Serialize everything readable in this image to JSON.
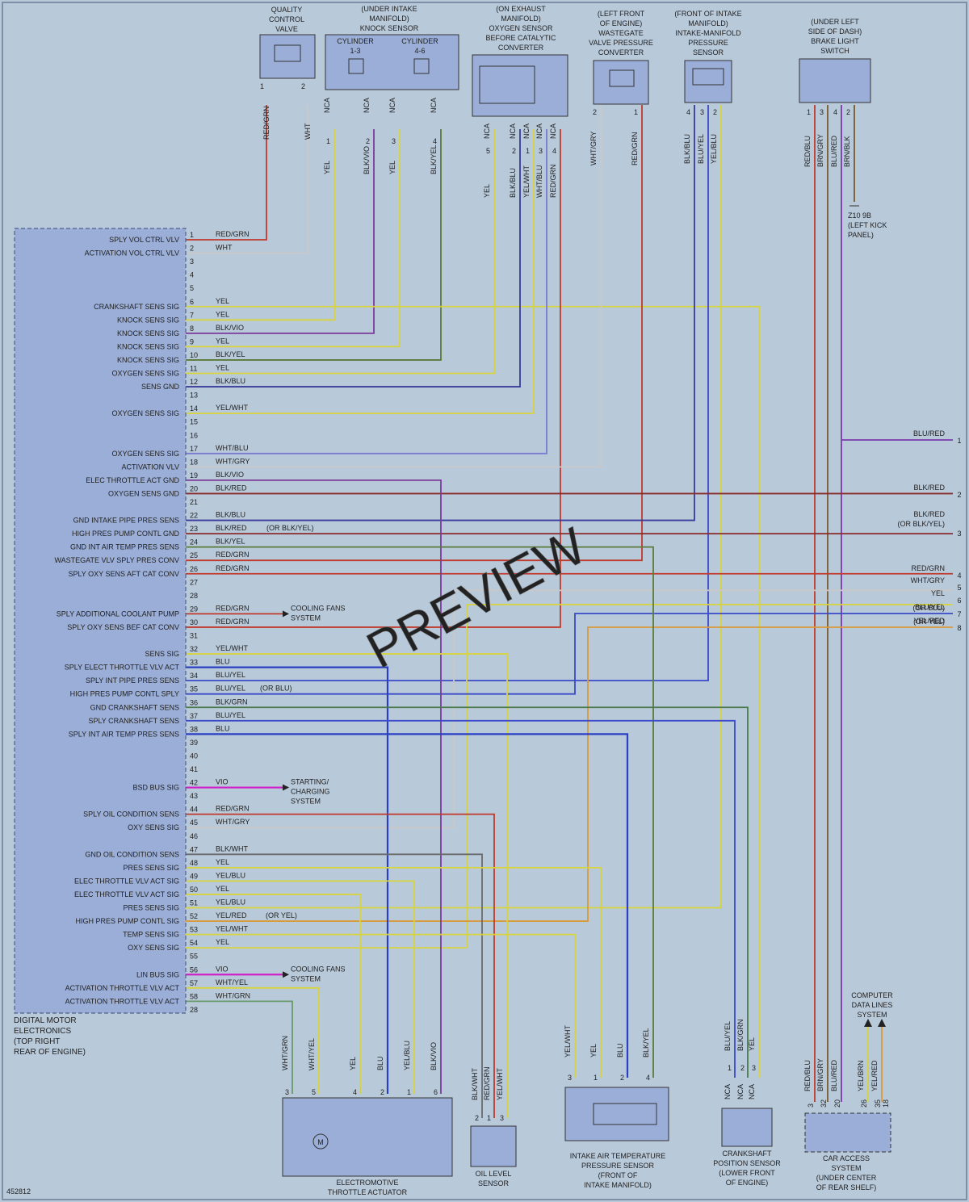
{
  "figure_id": "452812",
  "ecu": {
    "label_lines": [
      "DIGITAL MOTOR",
      "ELECTRONICS",
      "(TOP RIGHT",
      "REAR OF ENGINE)"
    ],
    "color": "#9aaed8"
  },
  "watermark": "PREVIEW",
  "components": [
    {
      "id": "qcv",
      "lines": [
        "QUALITY",
        "CONTROL",
        "VALVE"
      ]
    },
    {
      "id": "knock",
      "lines": [
        "(UNDER INTAKE",
        "MANIFOLD)",
        "KNOCK SENSOR"
      ],
      "sub": [
        "CYLINDER 1-3",
        "CYLINDER 4-6"
      ]
    },
    {
      "id": "o2before",
      "lines": [
        "(ON EXHAUST",
        "MANIFOLD)",
        "OXYGEN SENSOR",
        "BEFORE CATALYTIC",
        "CONVERTER"
      ]
    },
    {
      "id": "wastegate",
      "lines": [
        "(LEFT FRONT",
        "OF ENGINE)",
        "WASTEGATE",
        "VALVE PRESSURE",
        "CONVERTER"
      ]
    },
    {
      "id": "imps",
      "lines": [
        "(FRONT OF INTAKE",
        "MANIFOLD)",
        "INTAKE-MANIFOLD",
        "PRESSURE",
        "SENSOR"
      ]
    },
    {
      "id": "brake",
      "lines": [
        "(UNDER LEFT",
        "SIDE OF DASH)",
        "BRAKE LIGHT",
        "SWITCH"
      ]
    },
    {
      "id": "throttle",
      "lines": [
        "ELECTROMOTIVE",
        "THROTTLE ACTUATOR"
      ]
    },
    {
      "id": "oil",
      "lines": [
        "OIL LEVEL",
        "SENSOR"
      ]
    },
    {
      "id": "iat",
      "lines": [
        "INTAKE AIR TEMPERATURE",
        "PRESSURE SENSOR",
        "(FRONT OF",
        "INTAKE MANIFOLD)"
      ]
    },
    {
      "id": "crank",
      "lines": [
        "CRANKSHAFT",
        "POSITION SENSOR",
        "(LOWER FRONT",
        "OF ENGINE)"
      ]
    },
    {
      "id": "cas",
      "lines": [
        "CAR ACCESS",
        "SYSTEM",
        "(UNDER CENTER",
        "OF REAR SHELF)"
      ]
    },
    {
      "id": "cdl",
      "lines": [
        "COMPUTER",
        "DATA LINES",
        "SYSTEM"
      ]
    }
  ],
  "ground_label": [
    "Z10 9B",
    "(LEFT KICK",
    "PANEL)"
  ],
  "pins": [
    {
      "n": "1",
      "sig": "SPLY VOL CTRL VLV",
      "wire": "RED/GRN"
    },
    {
      "n": "2",
      "sig": "ACTIVATION VOL CTRL VLV",
      "wire": "WHT"
    },
    {
      "n": "3",
      "sig": "",
      "wire": ""
    },
    {
      "n": "4",
      "sig": "",
      "wire": ""
    },
    {
      "n": "5",
      "sig": "",
      "wire": ""
    },
    {
      "n": "6",
      "sig": "CRANKSHAFT SENS SIG",
      "wire": "YEL"
    },
    {
      "n": "7",
      "sig": "KNOCK SENS SIG",
      "wire": "YEL"
    },
    {
      "n": "8",
      "sig": "KNOCK SENS SIG",
      "wire": "BLK/VIO"
    },
    {
      "n": "9",
      "sig": "KNOCK SENS SIG",
      "wire": "YEL"
    },
    {
      "n": "10",
      "sig": "KNOCK SENS SIG",
      "wire": "BLK/YEL"
    },
    {
      "n": "11",
      "sig": "OXYGEN SENS SIG",
      "wire": "YEL"
    },
    {
      "n": "12",
      "sig": "SENS GND",
      "wire": "BLK/BLU"
    },
    {
      "n": "13",
      "sig": "",
      "wire": ""
    },
    {
      "n": "14",
      "sig": "OXYGEN SENS SIG",
      "wire": "YEL/WHT"
    },
    {
      "n": "15",
      "sig": "",
      "wire": ""
    },
    {
      "n": "16",
      "sig": "",
      "wire": ""
    },
    {
      "n": "17",
      "sig": "OXYGEN SENS SIG",
      "wire": "WHT/BLU"
    },
    {
      "n": "18",
      "sig": "ACTIVATION VLV",
      "wire": "WHT/GRY"
    },
    {
      "n": "19",
      "sig": "ELEC THROTTLE ACT GND",
      "wire": "BLK/VIO"
    },
    {
      "n": "20",
      "sig": "OXYGEN SENS GND",
      "wire": "BLK/RED"
    },
    {
      "n": "21",
      "sig": "",
      "wire": ""
    },
    {
      "n": "22",
      "sig": "GND INTAKE PIPE PRES SENS",
      "wire": "BLK/BLU"
    },
    {
      "n": "23",
      "sig": "HIGH PRES PUMP CONTL GND",
      "wire": "BLK/RED",
      "note": "(OR BLK/YEL)"
    },
    {
      "n": "24",
      "sig": "GND INT AIR TEMP PRES SENS",
      "wire": "BLK/YEL"
    },
    {
      "n": "25",
      "sig": "WASTEGATE VLV SPLY PRES CONV",
      "wire": "RED/GRN"
    },
    {
      "n": "26",
      "sig": "SPLY OXY SENS AFT CAT CONV",
      "wire": "RED/GRN"
    },
    {
      "n": "27",
      "sig": "",
      "wire": ""
    },
    {
      "n": "28",
      "sig": "",
      "wire": ""
    },
    {
      "n": "29",
      "sig": "SPLY ADDITIONAL COOLANT PUMP",
      "wire": "RED/GRN"
    },
    {
      "n": "30",
      "sig": "SPLY OXY SENS BEF CAT CONV",
      "wire": "RED/GRN"
    },
    {
      "n": "31",
      "sig": "",
      "wire": ""
    },
    {
      "n": "32",
      "sig": "SENS SIG",
      "wire": "YEL/WHT"
    },
    {
      "n": "33",
      "sig": "SPLY ELECT THROTTLE VLV ACT",
      "wire": "BLU"
    },
    {
      "n": "34",
      "sig": "SPLY INT PIPE PRES SENS",
      "wire": "BLU/YEL"
    },
    {
      "n": "35",
      "sig": "HIGH PRES PUMP CONTL SPLY",
      "wire": "BLU/YEL",
      "note": "(OR BLU)"
    },
    {
      "n": "36",
      "sig": "GND CRANKSHAFT SENS",
      "wire": "BLK/GRN"
    },
    {
      "n": "37",
      "sig": "SPLY CRANKSHAFT SENS",
      "wire": "BLU/YEL"
    },
    {
      "n": "38",
      "sig": "SPLY INT AIR TEMP PRES SENS",
      "wire": "BLU"
    },
    {
      "n": "39",
      "sig": "",
      "wire": ""
    },
    {
      "n": "40",
      "sig": "",
      "wire": ""
    },
    {
      "n": "41",
      "sig": "",
      "wire": ""
    },
    {
      "n": "42",
      "sig": "BSD BUS SIG",
      "wire": "VIO"
    },
    {
      "n": "43",
      "sig": "",
      "wire": ""
    },
    {
      "n": "44",
      "sig": "SPLY OIL CONDITION SENS",
      "wire": "RED/GRN"
    },
    {
      "n": "45",
      "sig": "OXY SENS SIG",
      "wire": "WHT/GRY"
    },
    {
      "n": "46",
      "sig": "",
      "wire": ""
    },
    {
      "n": "47",
      "sig": "GND OIL CONDITION SENS",
      "wire": "BLK/WHT"
    },
    {
      "n": "48",
      "sig": "PRES SENS SIG",
      "wire": "YEL"
    },
    {
      "n": "49",
      "sig": "ELEC THROTTLE VLV ACT SIG",
      "wire": "YEL/BLU"
    },
    {
      "n": "50",
      "sig": "ELEC THROTTLE VLV ACT SIG",
      "wire": "YEL"
    },
    {
      "n": "51",
      "sig": "PRES SENS SIG",
      "wire": "YEL/BLU"
    },
    {
      "n": "52",
      "sig": "HIGH PRES PUMP CONTL SIG",
      "wire": "YEL/RED",
      "note": "(OR YEL)"
    },
    {
      "n": "53",
      "sig": "TEMP SENS SIG",
      "wire": "YEL/WHT"
    },
    {
      "n": "54",
      "sig": "OXY SENS SIG",
      "wire": "YEL"
    },
    {
      "n": "55",
      "sig": "",
      "wire": ""
    },
    {
      "n": "56",
      "sig": "LIN BUS SIG",
      "wire": "VIO"
    },
    {
      "n": "57",
      "sig": "ACTIVATION THROTTLE VLV ACT",
      "wire": "WHT/YEL"
    },
    {
      "n": "58",
      "sig": "ACTIVATION THROTTLE VLV ACT",
      "wire": "WHT/GRN"
    },
    {
      "n": "28",
      "sig": "",
      "wire": ""
    }
  ],
  "destinations": [
    {
      "pin": "29",
      "lines": [
        "COOLING FANS",
        "SYSTEM"
      ]
    },
    {
      "pin": "42",
      "lines": [
        "STARTING/",
        "CHARGING",
        "SYSTEM"
      ]
    },
    {
      "pin": "56",
      "lines": [
        "COOLING FANS",
        "SYSTEM"
      ]
    }
  ],
  "right_outputs": [
    {
      "n": "1",
      "wire": "BLU/RED",
      "note": ""
    },
    {
      "n": "2",
      "wire": "BLK/RED",
      "note": ""
    },
    {
      "n": "3",
      "wire": "BLK/RED",
      "note": "(OR BLK/YEL)"
    },
    {
      "n": "4",
      "wire": "RED/GRN",
      "note": ""
    },
    {
      "n": "5",
      "wire": "WHT/GRY",
      "note": ""
    },
    {
      "n": "6",
      "wire": "YEL",
      "note": ""
    },
    {
      "n": "7",
      "wire": "BLU/YEL",
      "note": "(OR BLU)"
    },
    {
      "n": "8",
      "wire": "YEL/RED",
      "note": "(OR YEL)"
    }
  ],
  "top_pins": {
    "qcv": [
      {
        "n": "1",
        "wire": "RED/GRN"
      },
      {
        "n": "2",
        "wire": "WHT"
      }
    ],
    "knock": [
      {
        "n": "1",
        "wire": "YEL"
      },
      {
        "n": "2",
        "wire": "BLK/VIO"
      },
      {
        "n": "3",
        "wire": "YEL"
      },
      {
        "n": "4",
        "wire": "BLK/YEL"
      }
    ],
    "o2": [
      {
        "n": "5",
        "wire": "YEL"
      },
      {
        "n": "2",
        "wire": "BLK/BLU"
      },
      {
        "n": "1",
        "wire": "YEL/WHT"
      },
      {
        "n": "3",
        "wire": "WHT/BLU"
      },
      {
        "n": "4",
        "wire": "RED/GRN"
      }
    ],
    "wg": [
      {
        "n": "2",
        "wire": "WHT/GRY"
      },
      {
        "n": "1",
        "wire": "RED/GRN"
      }
    ],
    "imps": [
      {
        "n": "4",
        "wire": "BLK/BLU"
      },
      {
        "n": "3",
        "wire": "BLU/YEL"
      },
      {
        "n": "2",
        "wire": "YEL/BLU"
      }
    ],
    "brake": [
      {
        "n": "1",
        "wire": "RED/BLU"
      },
      {
        "n": "3",
        "wire": "BRN/GRY"
      },
      {
        "n": "4",
        "wire": "BLU/RED"
      },
      {
        "n": "2",
        "wire": "BRN/BLK"
      }
    ]
  },
  "bottom_pins": {
    "throttle": [
      {
        "n": "3",
        "wire": "WHT/GRN"
      },
      {
        "n": "5",
        "wire": "WHT/YEL"
      },
      {
        "n": "4",
        "wire": "YEL"
      },
      {
        "n": "2",
        "wire": "BLU"
      },
      {
        "n": "1",
        "wire": "YEL/BLU"
      },
      {
        "n": "6",
        "wire": "BLK/VIO"
      }
    ],
    "oil": [
      {
        "n": "2",
        "wire": "BLK/WHT"
      },
      {
        "n": "1",
        "wire": "RED/GRN"
      },
      {
        "n": "3",
        "wire": "YEL/WHT"
      }
    ],
    "iat": [
      {
        "n": "3",
        "wire": "YEL/WHT"
      },
      {
        "n": "1",
        "wire": "YEL"
      },
      {
        "n": "2",
        "wire": "BLU"
      },
      {
        "n": "4",
        "wire": "BLK/YEL"
      }
    ],
    "crank": [
      {
        "n": "1",
        "wire": "BLU/YEL"
      },
      {
        "n": "2",
        "wire": "BLK/GRN"
      },
      {
        "n": "3",
        "wire": "YEL"
      }
    ],
    "cas": [
      {
        "n": "3",
        "wire": "RED/BLU"
      },
      {
        "n": "32",
        "wire": "BRN/GRY"
      },
      {
        "n": "20",
        "wire": "BLU/RED"
      },
      {
        "n": "26",
        "wire": "YEL/BRN"
      },
      {
        "n": "35",
        "wire": "YEL/RED"
      },
      {
        "n": "18",
        "wire": ""
      }
    ]
  },
  "nca": "NCA",
  "colors": {
    "RED": "#c0392b",
    "YEL": "#d8d43c",
    "BLK": "#3d3d3d",
    "BLU": "#2a3fc4",
    "VIO": "#7a3a9a",
    "WHT": "#c8c8c8",
    "GRN": "#3a8a3a",
    "GRY": "#8a8a8a",
    "BRN": "#7a5a2a",
    "MAG": "#d020c8"
  }
}
